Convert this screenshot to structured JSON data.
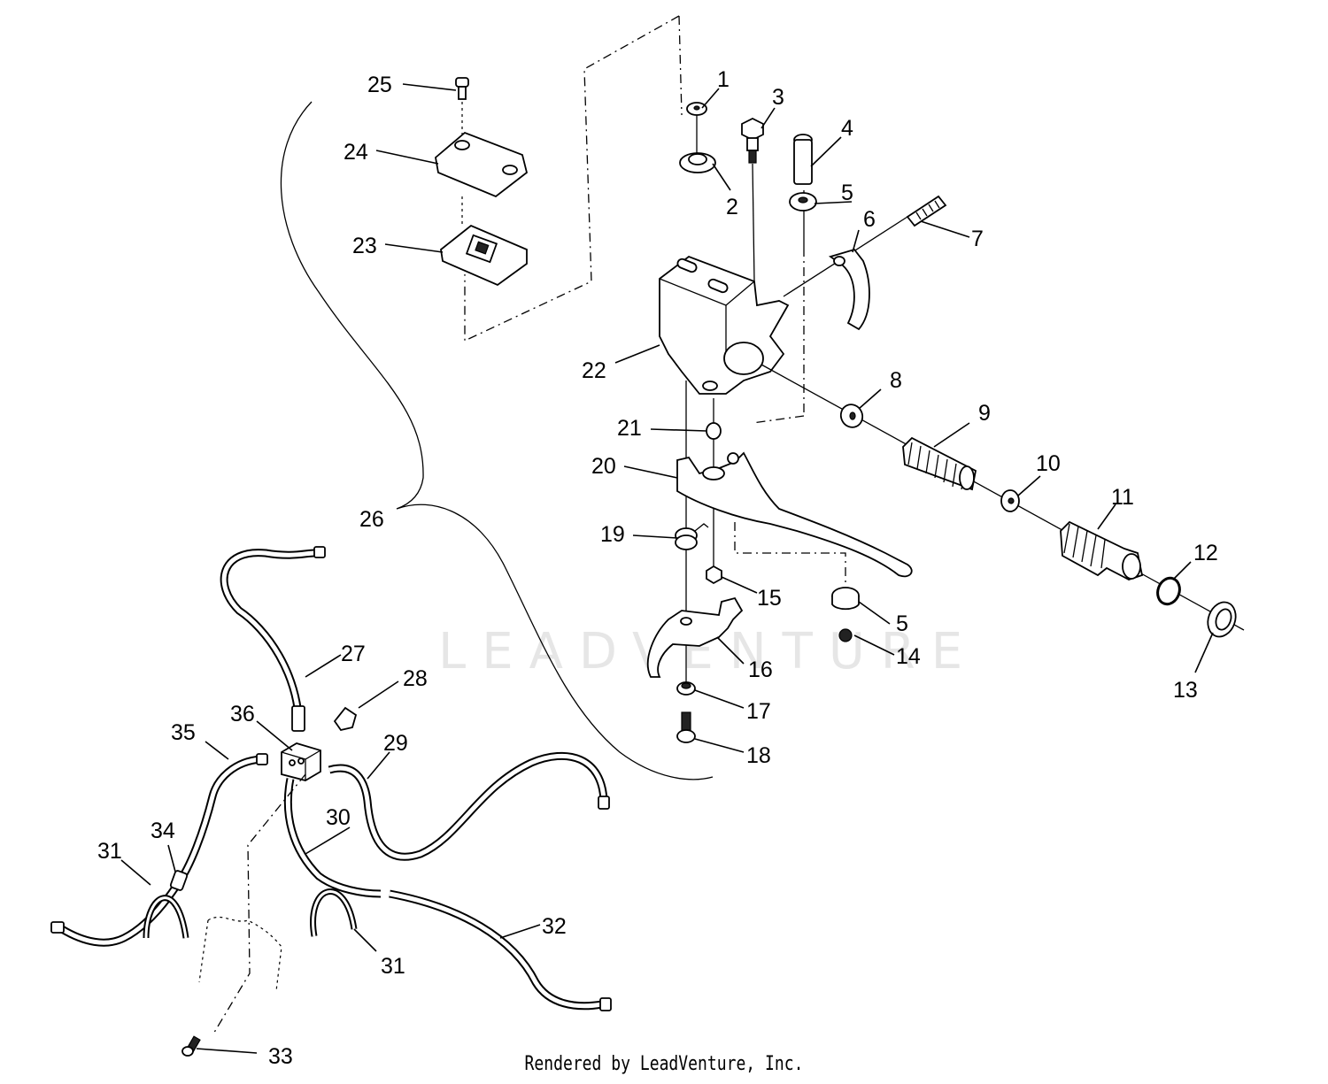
{
  "watermark": "LEADVENTURE",
  "footer": "Rendered by LeadVenture, Inc.",
  "callouts": {
    "c1": "1",
    "c2": "2",
    "c3": "3",
    "c4": "4",
    "c5a": "5",
    "c5b": "5",
    "c6": "6",
    "c7": "7",
    "c8": "8",
    "c9": "9",
    "c10": "10",
    "c11": "11",
    "c12": "12",
    "c13": "13",
    "c14": "14",
    "c15": "15",
    "c16": "16",
    "c17": "17",
    "c18": "18",
    "c19": "19",
    "c20": "20",
    "c21": "21",
    "c22": "22",
    "c23": "23",
    "c24": "24",
    "c25": "25",
    "c26": "26",
    "c27": "27",
    "c28": "28",
    "c29": "29",
    "c30": "30",
    "c31a": "31",
    "c31b": "31",
    "c32": "32",
    "c33": "33",
    "c34": "34",
    "c35": "35",
    "c36": "36"
  },
  "parts": [
    {
      "ref": "1",
      "icon": "washer-icon"
    },
    {
      "ref": "2",
      "icon": "bushing-icon"
    },
    {
      "ref": "3",
      "icon": "bolt-icon"
    },
    {
      "ref": "4",
      "icon": "pivot-pin-icon"
    },
    {
      "ref": "5",
      "icon": "washer-icon"
    },
    {
      "ref": "6",
      "icon": "clamp-icon"
    },
    {
      "ref": "7",
      "icon": "screw-icon"
    },
    {
      "ref": "8",
      "icon": "washer-icon"
    },
    {
      "ref": "9",
      "icon": "spring-icon"
    },
    {
      "ref": "10",
      "icon": "washer-icon"
    },
    {
      "ref": "11",
      "icon": "piston-icon"
    },
    {
      "ref": "12",
      "icon": "o-ring-icon"
    },
    {
      "ref": "13",
      "icon": "seal-icon"
    },
    {
      "ref": "14",
      "icon": "clip-icon"
    },
    {
      "ref": "15",
      "icon": "nut-icon"
    },
    {
      "ref": "16",
      "icon": "bracket-icon"
    },
    {
      "ref": "17",
      "icon": "grommet-icon"
    },
    {
      "ref": "18",
      "icon": "bolt-icon"
    },
    {
      "ref": "19",
      "icon": "torsion-spring-icon"
    },
    {
      "ref": "20",
      "icon": "brake-lever-icon"
    },
    {
      "ref": "21",
      "icon": "bushing-icon"
    },
    {
      "ref": "22",
      "icon": "master-cylinder-icon"
    },
    {
      "ref": "23",
      "icon": "diaphragm-icon"
    },
    {
      "ref": "24",
      "icon": "reservoir-cover-icon"
    },
    {
      "ref": "25",
      "icon": "screw-icon"
    },
    {
      "ref": "26",
      "icon": "assembly-bracket-icon"
    },
    {
      "ref": "27",
      "icon": "brake-line-icon"
    },
    {
      "ref": "28",
      "icon": "switch-icon"
    },
    {
      "ref": "29",
      "icon": "brake-line-icon"
    },
    {
      "ref": "30",
      "icon": "brake-line-icon"
    },
    {
      "ref": "31",
      "icon": "line-clip-icon"
    },
    {
      "ref": "32",
      "icon": "brake-line-icon"
    },
    {
      "ref": "33",
      "icon": "screw-icon"
    },
    {
      "ref": "34",
      "icon": "sleeve-icon"
    },
    {
      "ref": "35",
      "icon": "brake-line-icon"
    },
    {
      "ref": "36",
      "icon": "junction-block-icon"
    }
  ]
}
